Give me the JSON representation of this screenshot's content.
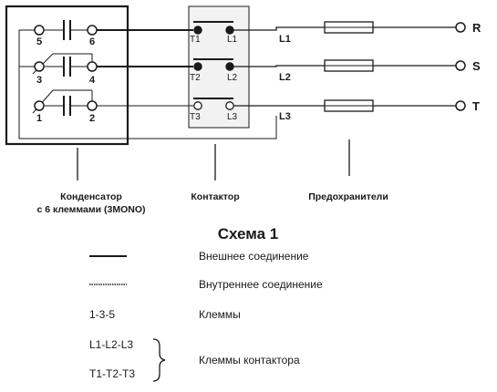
{
  "terminals": {
    "t5": "5",
    "t6": "6",
    "t3": "3",
    "t4": "4",
    "t1": "1",
    "t2": "2"
  },
  "contactor": {
    "t1": "T1",
    "l1": "L1",
    "t2": "T2",
    "l2": "L2",
    "t3": "T3",
    "l3": "L3"
  },
  "lines": {
    "l1": "L1",
    "l2": "L2",
    "l3": "L3"
  },
  "phases": {
    "r": "R",
    "s": "S",
    "t": "T"
  },
  "captions": {
    "capacitor_line1": "Конденсатор",
    "capacitor_line2": "с 6 клеммами (3MONO)",
    "contactor": "Контактор",
    "fuses": "Предохранители"
  },
  "title": "Схема 1",
  "legend": {
    "external_label": "Внешнее соединение",
    "internal_label": "Внутреннее соединение",
    "terminals_key": "1-3-5",
    "terminals_label": "Клеммы",
    "contactor_key_1": "L1-L2-L3",
    "contactor_key_2": "T1-T2-T3",
    "contactor_label": "Клеммы контактора"
  },
  "colors": {
    "line": "#1a1a1a",
    "background": "#ffffff",
    "contactor_fill": "#f2f2f2"
  }
}
